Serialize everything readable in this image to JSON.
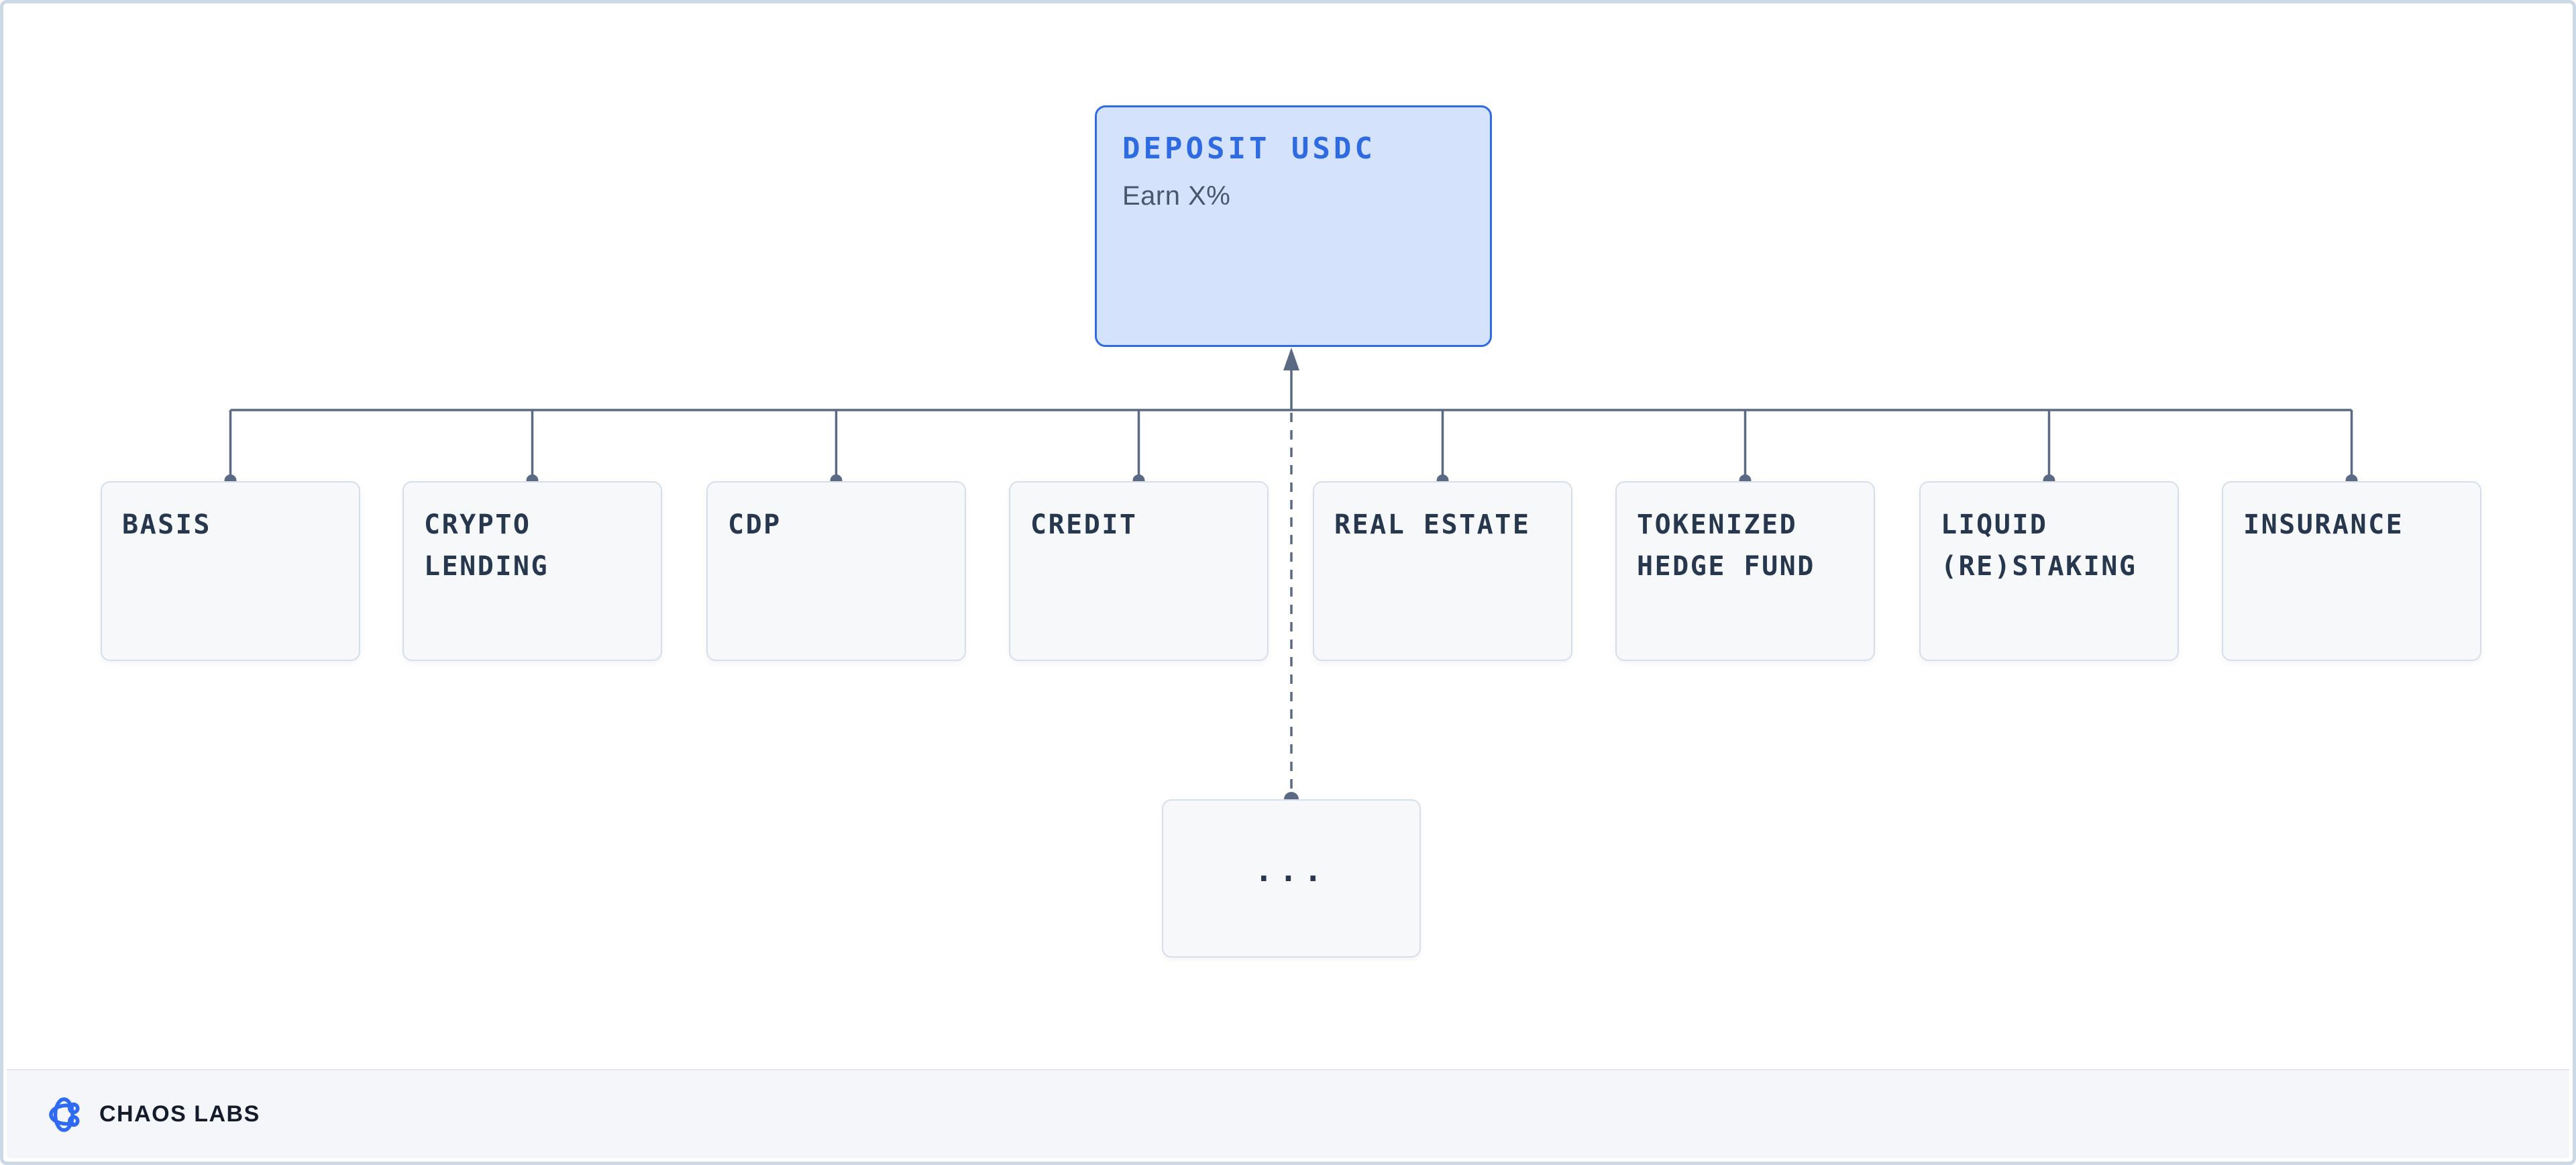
{
  "diagram": {
    "root_node": {
      "title": "DEPOSIT USDC",
      "subtitle": "Earn X%"
    },
    "category_nodes": [
      "BASIS",
      "CRYPTO LENDING",
      "CDP",
      "CREDIT",
      "REAL ESTATE",
      "TOKENIZED HEDGE FUND",
      "LIQUID (RE)STAKING",
      "INSURANCE"
    ],
    "more_node": {
      "label": "..."
    }
  },
  "footer": {
    "brand_name": "CHAOS LABS",
    "logo_icon": "chaos-labs-gyroscope-icon"
  },
  "colors": {
    "canvas_border": "#cbd8e5",
    "root_fill": "#d4e3fb",
    "root_border": "#2e6ae2",
    "root_title": "#2e6ae2",
    "root_subtitle": "#49566b",
    "node_fill": "#f6f8fa",
    "node_border": "#d6dfe9",
    "node_text": "#26374e",
    "connector": "#5a6a84",
    "footer_bg": "#f4f6f9",
    "footer_border": "#e2e8ef",
    "brand_text": "#141c2b",
    "brand_logo": "#2f6bf2"
  }
}
